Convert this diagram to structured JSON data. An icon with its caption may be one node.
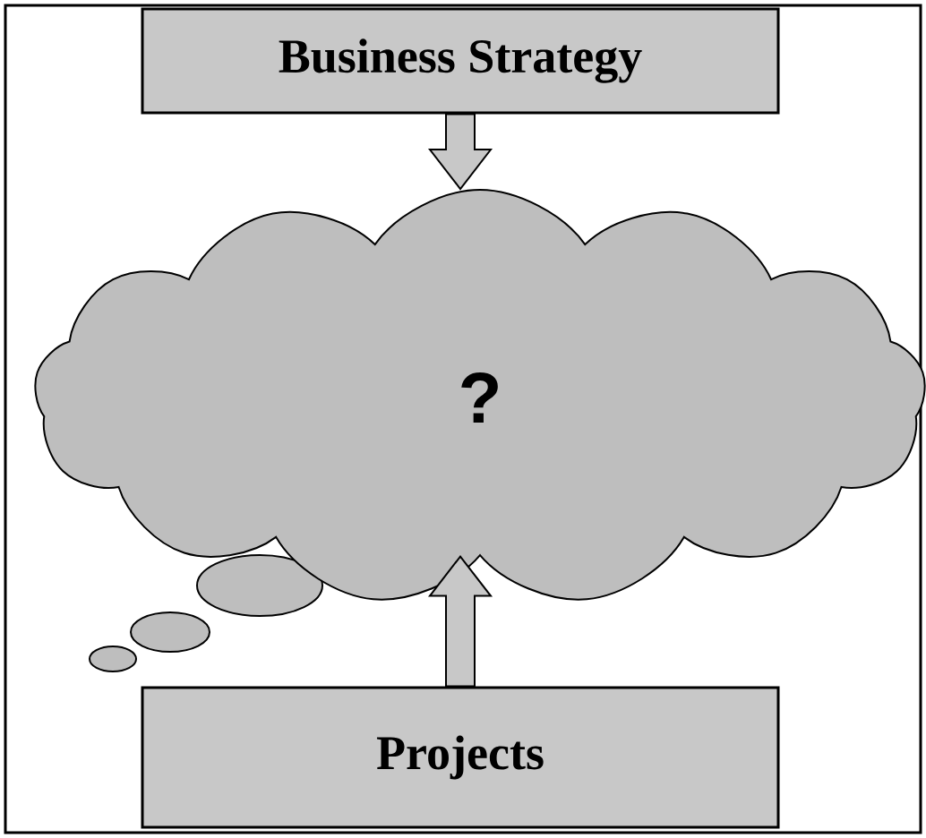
{
  "diagram": {
    "nodes": [
      {
        "text": [
          "Business Strategy"
        ]
      },
      {
        "text": [
          "?"
        ]
      },
      {
        "text": [
          "Projects"
        ]
      }
    ],
    "edges": [
      {
        "from": 0,
        "to": 1,
        "arrow": "to"
      },
      {
        "from": 2,
        "to": 1,
        "arrow": "to"
      }
    ]
  }
}
